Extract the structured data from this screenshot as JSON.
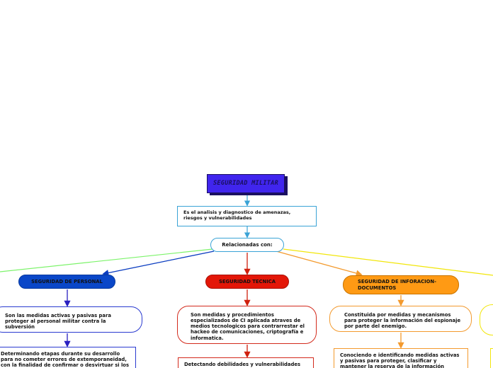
{
  "colors": {
    "root": "#4025ee",
    "personal": "#0a47c8",
    "tecnica": "#e31708",
    "informacion": "#ff9a14",
    "link_green": "#7cf36a",
    "link_yellow": "#f2e60a",
    "link_cyan": "#3aa3d6"
  },
  "root": {
    "label": "SEGURIDAD MILITAR"
  },
  "definition": {
    "text": "Es el analisis y diagnostico de amenazas, riesgos y vulnerabilidades"
  },
  "relation": {
    "label": "Relacionadas con:"
  },
  "branches": {
    "personal": {
      "title": "SEGURIDAD DE PERSONAL",
      "description": "Son las medidas activas y pasivas para proteger al personal militar contra la subversión",
      "detail": "Determinando etapas durante su desarrollo para no cometer errores de extemporaneidad, con la finalidad de confirmar o desvirtuar si los"
    },
    "tecnica": {
      "title": "SEGURIDAD TECNICA",
      "description": "Son medidas y procedimientos especializados de CI aplicada atraves de medios tecnologicos para contrarrestar el hackeo de comunicaciones, criptografía e informatica.",
      "detail": "Detectando debilidades y vulnerabilidades"
    },
    "informacion": {
      "title": "SEGURIDAD DE INFORACION-DOCUMENTOS",
      "description": "Constituida por medidas y mecanismos para proteger la información del espionaje por parte del enemigo.",
      "detail": "Conociendo e identificando medidas activas y pasivas para proteger, clasificar y mantener la reserva de la información"
    }
  }
}
